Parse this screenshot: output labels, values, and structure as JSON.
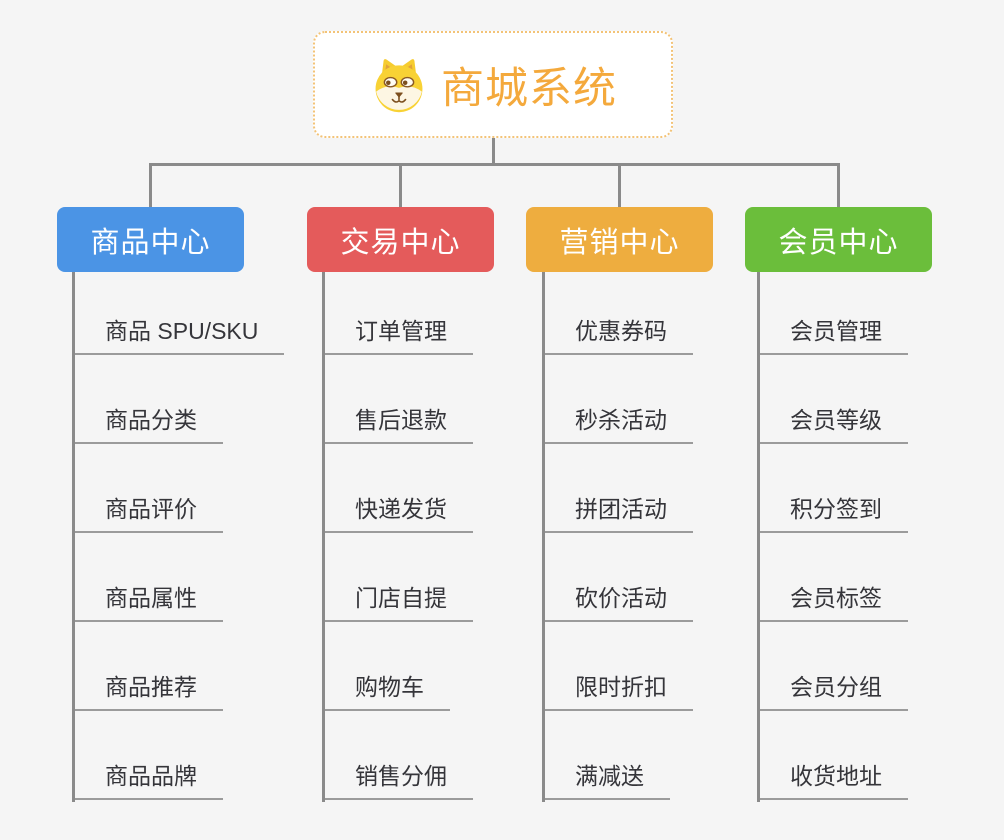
{
  "canvas": {
    "background": "#F5F5F5"
  },
  "root": {
    "title": "商城系统",
    "icon": "dog-face-icon",
    "fill": "#FFFFFF",
    "border_color": "#F3C377",
    "text_color": "#F4A93C"
  },
  "connector": {
    "color": "#8A8A8A"
  },
  "leaf_style": {
    "text_color": "#35353A",
    "underline_color": "#9B9B9B"
  },
  "branches": [
    {
      "label": "商品中心",
      "color": "#4B94E5",
      "children": [
        "商品 SPU/SKU",
        "商品分类",
        "商品评价",
        "商品属性",
        "商品推荐",
        "商品品牌"
      ]
    },
    {
      "label": "交易中心",
      "color": "#E45B5B",
      "children": [
        "订单管理",
        "售后退款",
        "快递发货",
        "门店自提",
        "购物车",
        "销售分佣"
      ]
    },
    {
      "label": "营销中心",
      "color": "#EEAD3F",
      "children": [
        "优惠券码",
        "秒杀活动",
        "拼团活动",
        "砍价活动",
        "限时折扣",
        "满减送"
      ]
    },
    {
      "label": "会员中心",
      "color": "#6BBE3B",
      "children": [
        "会员管理",
        "会员等级",
        "积分签到",
        "会员标签",
        "会员分组",
        "收货地址"
      ]
    }
  ]
}
